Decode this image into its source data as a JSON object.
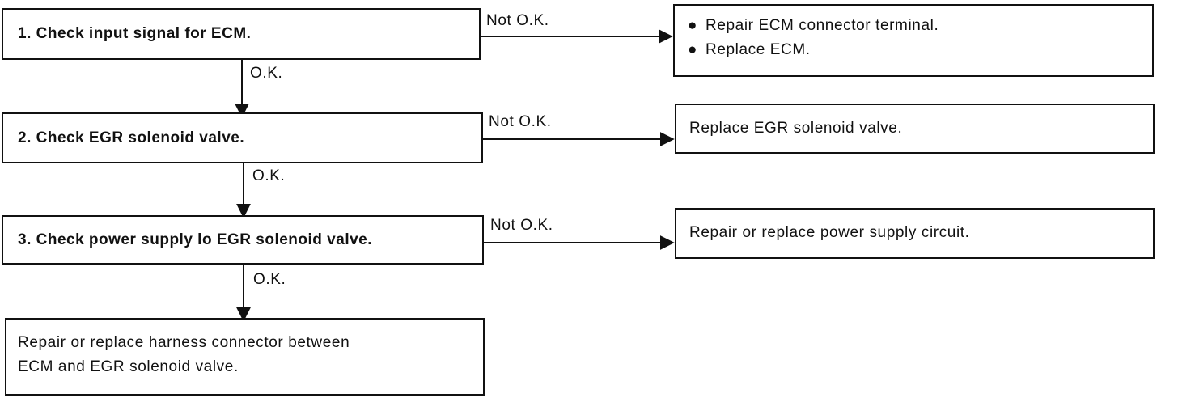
{
  "steps": [
    {
      "label": "1.  Check input signal for ECM."
    },
    {
      "label": "2.  Check EGR solenoid valve."
    },
    {
      "label": "3.  Check power supply lo EGR solenoid valve."
    }
  ],
  "branch_labels": {
    "not_ok": "Not O.K.",
    "ok": "O.K."
  },
  "results": [
    {
      "bullet": "●",
      "items": [
        "Repair ECM connector terminal.",
        "Replace ECM."
      ]
    },
    {
      "items": [
        "Replace EGR solenoid valve."
      ]
    },
    {
      "items": [
        "Repair or replace power supply circuit."
      ]
    }
  ],
  "final": {
    "lines": [
      "Repair or replace harness connector between",
      "ECM and EGR solenoid valve."
    ]
  },
  "colors": {
    "line": "#111111",
    "background": "#ffffff"
  }
}
